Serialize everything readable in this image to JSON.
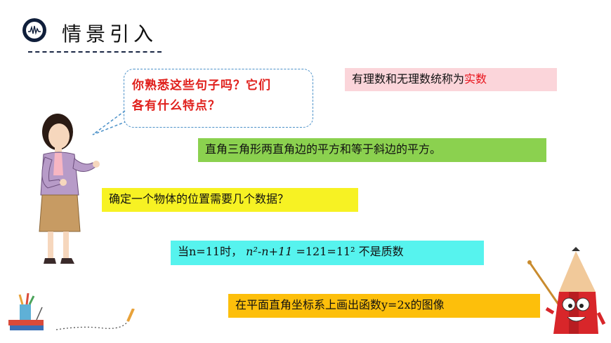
{
  "header": {
    "title": "情景引入",
    "logo_icon": "waveform-logo-icon"
  },
  "bubble": {
    "line1": "你熟悉这些句子吗？它们",
    "line2": "各有什么特点？"
  },
  "statements": {
    "s1_prefix": "有理数和无理数统称为",
    "s1_highlight": "实数",
    "s2": "直角三角形两直角边的平方和等于斜边的平方。",
    "s3": "确定一个物体的位置需要几个数据？",
    "s4_prefix": "当n=11时，",
    "s4_expr": "n²-n+11",
    "s4_suffix": " =121=11² 不是质数",
    "s5": "在平面直角坐标系上画出函数y=2x的图像"
  },
  "colors": {
    "box1": "#fbd5da",
    "box2": "#8bd14f",
    "box3": "#f7f223",
    "box4": "#56f3ee",
    "box5": "#fdbf0b",
    "highlight": "#e8131b",
    "bubble_text": "#e0201c"
  }
}
